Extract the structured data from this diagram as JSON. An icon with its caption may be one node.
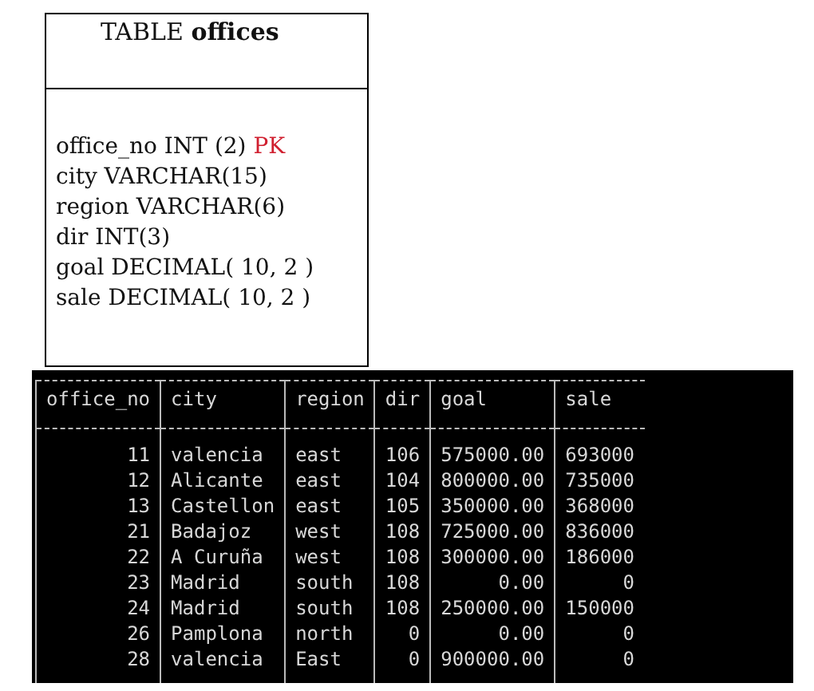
{
  "diagram": {
    "nodes": [
      {
        "text": [
          "TABLE **offices**",
          "office_no INT (2) PK",
          "city VARCHAR(15)",
          "region VARCHAR(6)",
          "dir INT(3)",
          "goal DECIMAL( 10, 2 )",
          "sale DECIMAL( 10, 2 )"
        ]
      }
    ],
    "labels": [
      "office_no",
      "city",
      "region",
      "dir",
      "goal",
      "sale",
      "11",
      "valencia",
      "east",
      "106",
      "575000.00",
      "693000",
      "12",
      "Alicante",
      "east",
      "104",
      "800000.00",
      "735000",
      "13",
      "Castellon",
      "east",
      "105",
      "350000.00",
      "368000",
      "21",
      "Badajoz",
      "west",
      "108",
      "725000.00",
      "836000",
      "22",
      "A Curuña",
      "west",
      "108",
      "300000.00",
      "186000",
      "23",
      "Madrid",
      "south",
      "108",
      "0.00",
      "0",
      "24",
      "Madrid",
      "south",
      "108",
      "250000.00",
      "150000",
      "26",
      "Pamplona",
      "north",
      "0",
      "0.00",
      "0",
      "28",
      "valencia",
      "East",
      "0",
      "900000.00",
      "0"
    ]
  }
}
